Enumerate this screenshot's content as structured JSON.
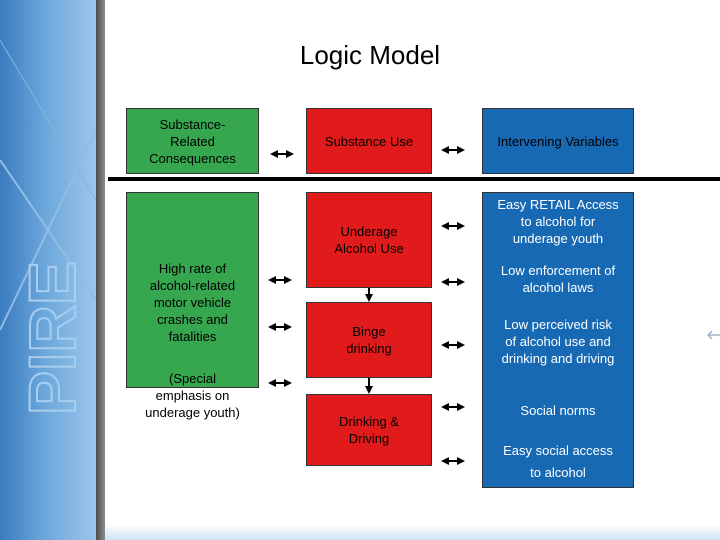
{
  "title": "Logic Model",
  "left": {
    "header": "Substance-\nRelated\nConsequences",
    "body": "High rate of\nalcohol-related\nmotor vehicle\ncrashes and\nfatalities",
    "note": "(Special\nemphasis on\nunderage youth)"
  },
  "middle": {
    "header": "Substance Use",
    "items": [
      "Underage\nAlcohol Use",
      "Binge\ndrinking",
      "Drinking &\nDriving"
    ]
  },
  "right": {
    "header": "Intervening Variables",
    "items": [
      "Easy RETAIL Access\nto alcohol for\nunderage youth",
      "Low enforcement of\nalcohol laws",
      "Low perceived risk\nof alcohol use and\ndrinking and driving",
      "Social norms",
      "Easy social access",
      "to alcohol"
    ]
  },
  "colors": {
    "green": "#36a64f",
    "red": "#e11b1b",
    "blue": "#1769b3",
    "sidebar": "#3a7bbf"
  },
  "sidebar": {
    "watermark": "PIRE"
  }
}
